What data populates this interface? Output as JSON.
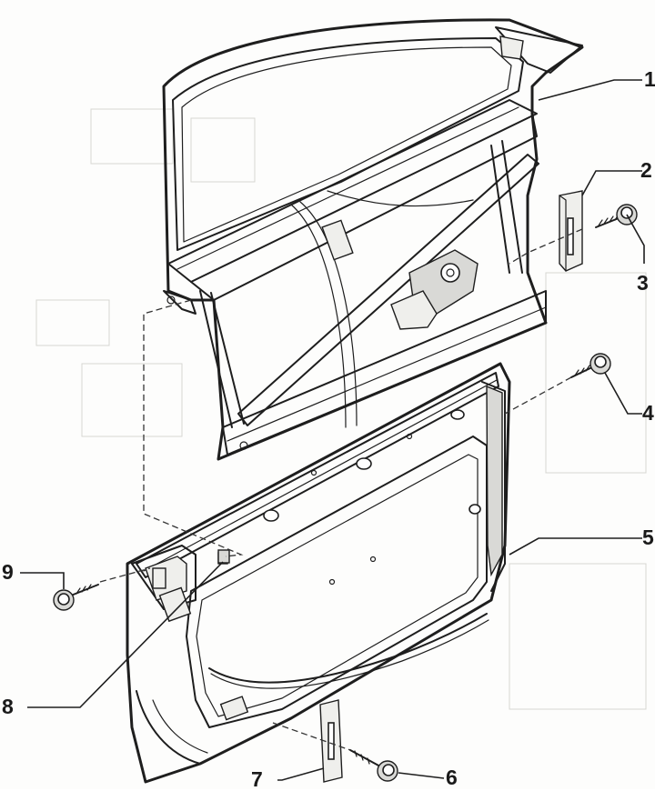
{
  "callouts": {
    "c1": "1",
    "c2": "2",
    "c3": "3",
    "c4": "4",
    "c5": "5",
    "c6": "6",
    "c7": "7",
    "c8": "8",
    "c9": "9"
  },
  "colors": {
    "ink": "#1e1e1e",
    "shade": "#d9d9d6",
    "paper": "#fdfdfc"
  }
}
